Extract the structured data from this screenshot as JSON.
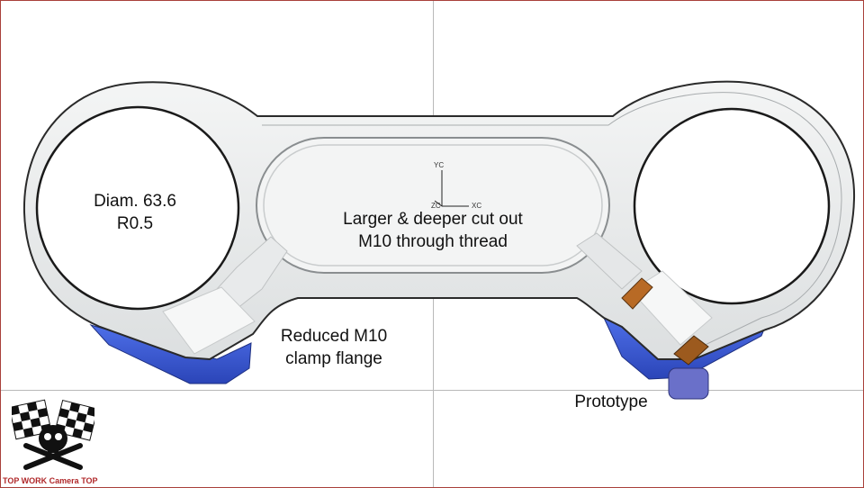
{
  "viewport": {
    "camera_label": "TOP WORK Camera TOP"
  },
  "axes": {
    "y": "YC",
    "z": "ZC",
    "x": "XC"
  },
  "annotations": {
    "left_bore_line1": "Diam. 63.6",
    "left_bore_line2": "R0.5",
    "cutout_line1": "Larger & deeper cut out",
    "cutout_line2": "M10 through thread",
    "flange_line1": "Reduced M10",
    "flange_line2": "clamp flange",
    "prototype": "Prototype"
  },
  "colors": {
    "part_body": "#eef0f0",
    "part_edge": "#2a2a2a",
    "clamp_blue": "#3b5bd6",
    "copper_ring": "#b86a25",
    "border": "#a9403a",
    "guide": "#b9b9b9"
  },
  "icons": [
    "checkered-flag-skull-logo-icon",
    "coordinate-axes-icon"
  ]
}
